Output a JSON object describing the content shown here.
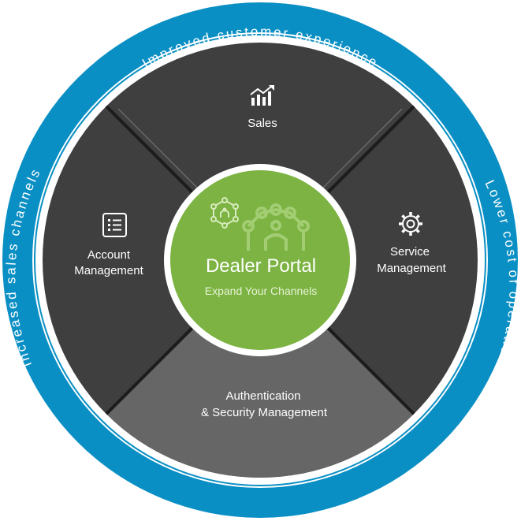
{
  "ring": {
    "top_text": "Improved customer experience",
    "left_text": "Increased sales channels",
    "right_text": "Lower cost of operations"
  },
  "segments": {
    "top": {
      "line1": "Sales",
      "icon": "bar-chart-trend-icon"
    },
    "left": {
      "line1": "Account",
      "line2": "Management",
      "icon": "list-document-icon"
    },
    "right": {
      "line1": "Service",
      "line2": "Management",
      "icon": "gear-icon"
    },
    "bottom": {
      "line1": "Authentication",
      "line2": "& Security Management"
    }
  },
  "center": {
    "title": "Dealer Portal",
    "subtitle": "Expand Your Channels",
    "icon": "network-nodes-icon"
  },
  "colors": {
    "ring_blue": "#0a8fc4",
    "ring_white": "#ffffff",
    "segment_dark": "#3f3f3f",
    "segment_bottom": "#666666",
    "center_green": "#7cb342",
    "separator": "#1a1a1a"
  }
}
